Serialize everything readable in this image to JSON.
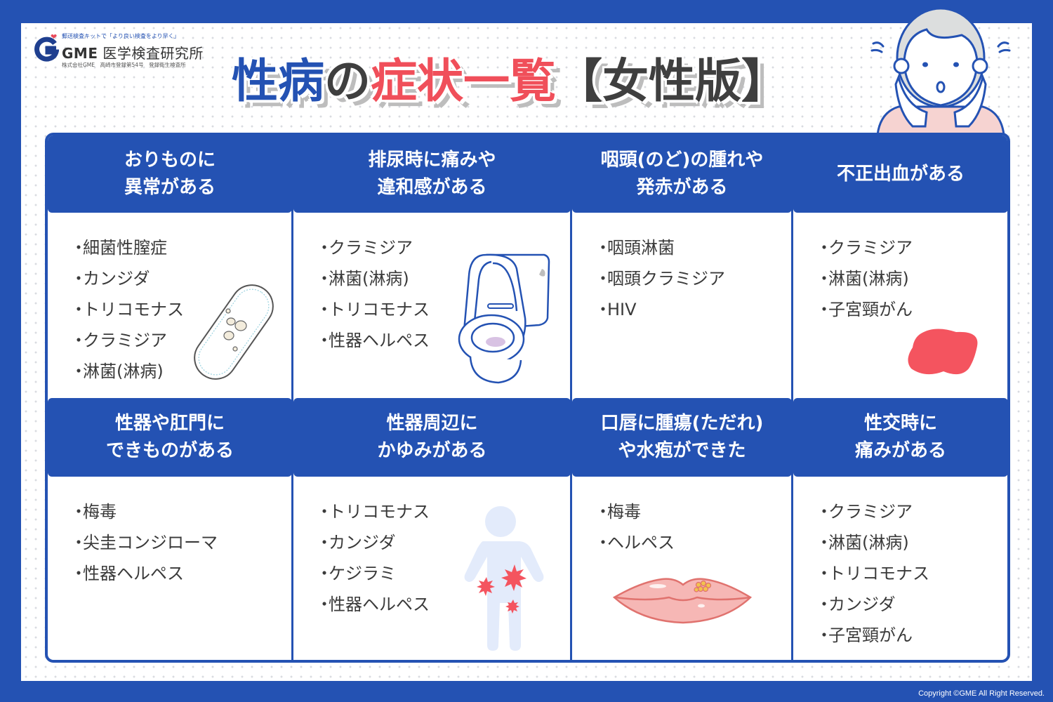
{
  "logo": {
    "tagline": "郵送検査キットで「より良い検査をより早く」",
    "brand_en": "GME",
    "brand_jp": "医学検査研究所",
    "sub": "株式会社GME　高崎市登録第54号　登録衛生検査所"
  },
  "title": {
    "part1": "性病",
    "part2": "の",
    "part3": "症状一覧",
    "part4": "【女性版】"
  },
  "colors": {
    "primary_blue": "#2452b3",
    "accent_red": "#f04f5a",
    "text_dark": "#3a3a3a",
    "shadow_gray": "#bdbdbd"
  },
  "symptoms": [
    {
      "heading": "おりものに\n異常がある",
      "diseases": [
        "細菌性膣症",
        "カンジダ",
        "トリコモナス",
        "クラミジア",
        "淋菌(淋病)"
      ],
      "icon": "sanitary-pad-icon"
    },
    {
      "heading": "排尿時に痛みや\n違和感がある",
      "diseases": [
        "クラミジア",
        "淋菌(淋病)",
        "トリコモナス",
        "性器ヘルペス"
      ],
      "icon": "toilet-icon"
    },
    {
      "heading": "咽頭(のど)の腫れや\n発赤がある",
      "diseases": [
        "咽頭淋菌",
        "咽頭クラミジア",
        "HIV"
      ],
      "icon": ""
    },
    {
      "heading": "不正出血がある",
      "diseases": [
        "クラミジア",
        "淋菌(淋病)",
        "子宮頸がん"
      ],
      "icon": "blood-stain-icon"
    },
    {
      "heading": "性器や肛門に\nできものがある",
      "diseases": [
        "梅毒",
        "尖圭コンジローマ",
        "性器ヘルペス"
      ],
      "icon": ""
    },
    {
      "heading": "性器周辺に\nかゆみがある",
      "diseases": [
        "トリコモナス",
        "カンジダ",
        "ケジラミ",
        "性器ヘルペス"
      ],
      "icon": "itchy-body-icon"
    },
    {
      "heading": "口唇に腫瘍(ただれ)\nや水疱ができた",
      "diseases": [
        "梅毒",
        "ヘルペス"
      ],
      "icon": "lips-blister-icon"
    },
    {
      "heading": "性交時に\n痛みがある",
      "diseases": [
        "クラミジア",
        "淋菌(淋病)",
        "トリコモナス",
        "カンジダ",
        "子宮頸がん"
      ],
      "icon": ""
    }
  ],
  "footer": {
    "copyright": "Copyright ©GME All Right Reserved."
  }
}
